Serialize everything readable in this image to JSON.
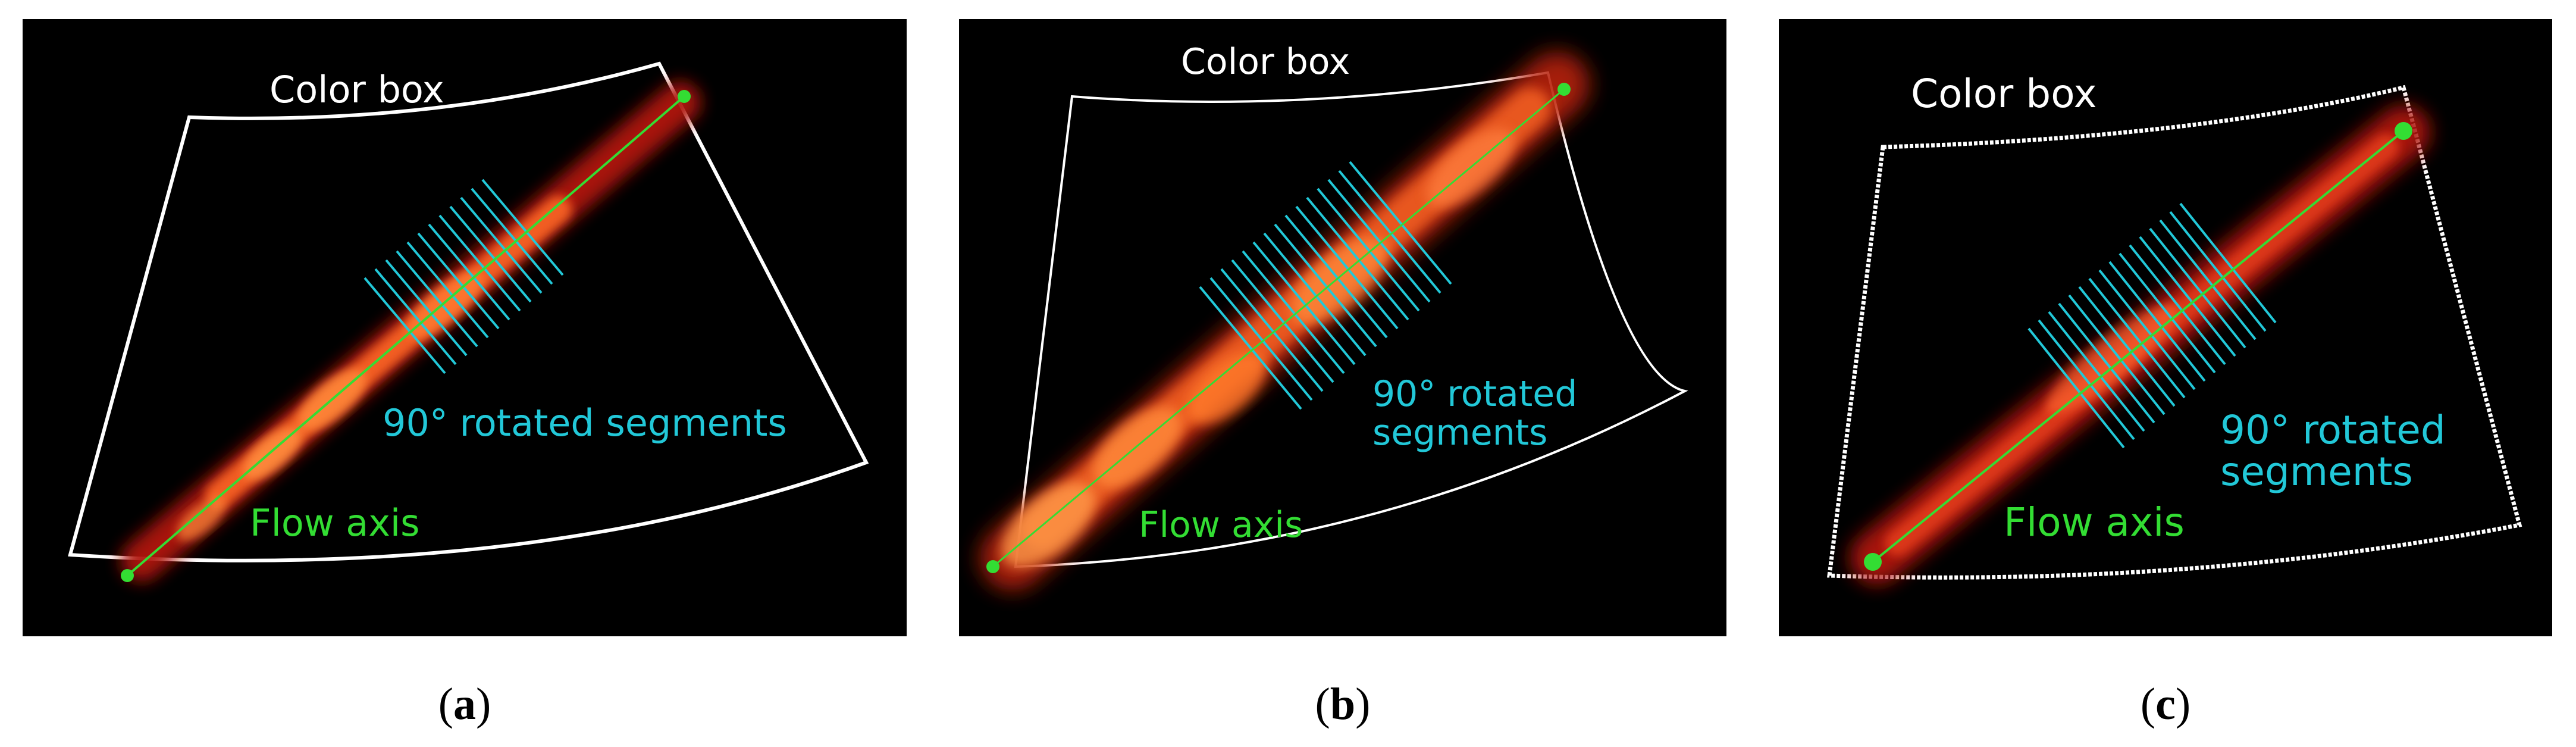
{
  "colors": {
    "background": "#000000",
    "box_outline": "#ffffff",
    "flow_axis": "#33dd33",
    "segments": "#22c8d8",
    "flow_core": "#ff7a30",
    "flow_outer": "#c01a10"
  },
  "panels": [
    {
      "id": "a",
      "caption_prefix": "(",
      "caption_letter": "a",
      "caption_suffix": ")",
      "color_box_label": "Color box",
      "segments_line1": "90° rotated segments",
      "segments_line2": "",
      "flow_axis_label": "Flow axis"
    },
    {
      "id": "b",
      "caption_prefix": "(",
      "caption_letter": "b",
      "caption_suffix": ")",
      "color_box_label": "Color box",
      "segments_line1": "90° rotated",
      "segments_line2": "segments",
      "flow_axis_label": "Flow axis"
    },
    {
      "id": "c",
      "caption_prefix": "(",
      "caption_letter": "c",
      "caption_suffix": ")",
      "color_box_label": "Color box",
      "segments_line1": "90° rotated",
      "segments_line2": "segments",
      "flow_axis_label": "Flow axis"
    }
  ]
}
